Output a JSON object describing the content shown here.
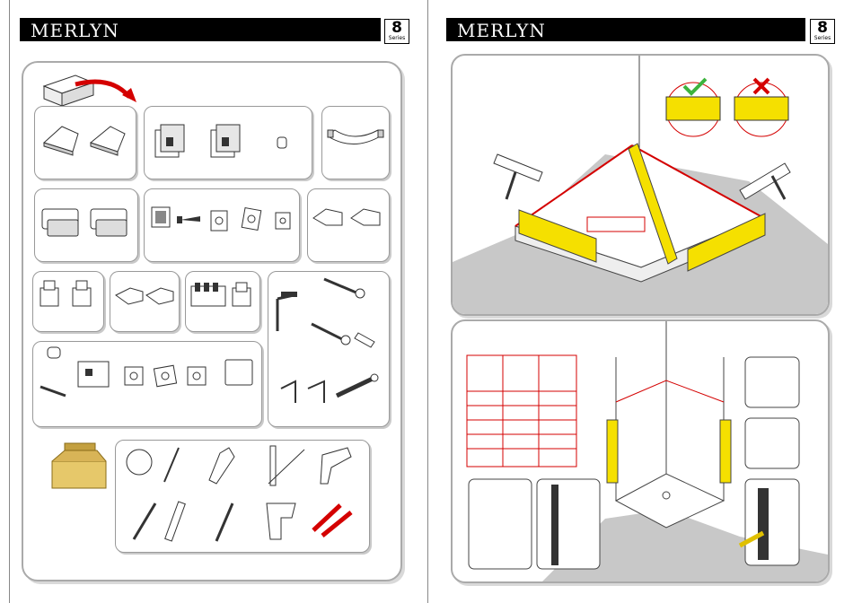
{
  "left_page": {
    "brand": "MERLYN",
    "series_number": "8",
    "series_label": "Series"
  },
  "right_page": {
    "brand": "MERLYN",
    "series_number": "8",
    "series_label": "Series"
  },
  "icons": {
    "check": "check-icon",
    "cross": "cross-icon",
    "silicone_gun": "silicone-gun-icon"
  },
  "colors": {
    "accent_yellow": "#f5e000",
    "accent_red": "#d40000",
    "check_green": "#3db33d",
    "floor_grey": "#c8c8c8"
  }
}
